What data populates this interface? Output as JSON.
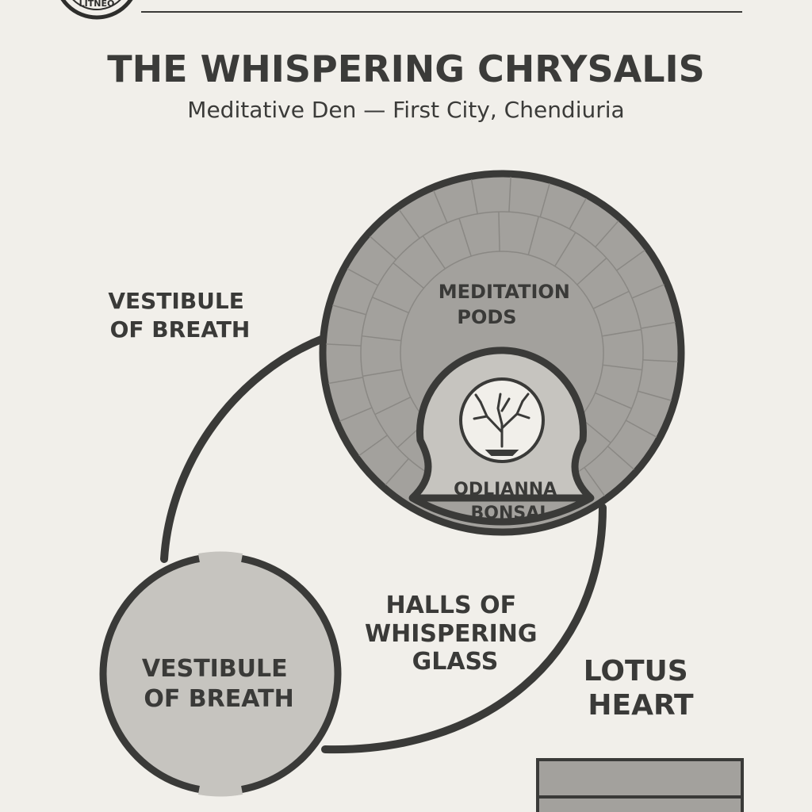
{
  "header": {
    "title": "THE WHISPERING CHRYSALIS",
    "subtitle": "Meditative Den — First City, Chendiuria",
    "seal_text": "LITNEO"
  },
  "rooms": {
    "meditation_pods": [
      "MEDITATION",
      "PODS"
    ],
    "bonsai": [
      "ODLIANNA",
      "BONSAI"
    ],
    "vestibule_label_outer": [
      "VESTIBULE",
      "OF BREATH"
    ],
    "vestibule_label_inner": [
      "VESTIBULE",
      "OF BREATH"
    ],
    "halls": [
      "HALLS OF",
      "WHISPERING",
      "GLASS"
    ],
    "lotus_heart": [
      "LOTUS",
      "HEART"
    ]
  },
  "icons": {
    "bonsai": "bonsai-tree-icon",
    "seal": "seal-emblem"
  },
  "colors": {
    "background": "#f1efea",
    "wall": "#3a3a38",
    "pod_fill": "#a3a19d",
    "inner_fill": "#c6c4bf",
    "ring_fill": "#bdbbb6"
  }
}
